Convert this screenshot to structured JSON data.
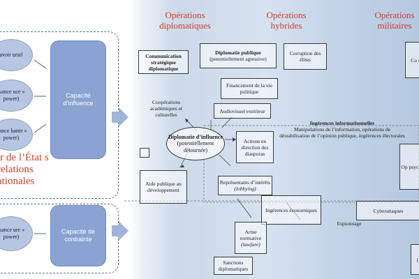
{
  "headers": {
    "diplomatic": "Opérations diplomatiques",
    "hybrid": "Opérations hybrides",
    "military": "Opérations militaires"
  },
  "left": {
    "ovals": [
      "avoir ursif",
      "isance uce » power)",
      "isance hante » power)",
      "isance ure » power)"
    ],
    "red_title": "ir de l’État s relations ationales",
    "influence_capacity": "Capacité d’influence",
    "constraint_capacity": "Capacité de contrainte"
  },
  "nodes": {
    "strategic_comm": "Communication stratégique diplomatique",
    "public_diplo_title": "Diplomatie publique",
    "public_diplo_sub": "(potentiellement agressive)",
    "corruption": "Corruption des élites",
    "political_funding": "Financement de la vie politique",
    "academic_coop": "Coopérations académiques et culturelles",
    "audiovisual": "Audiovisuel extérieur",
    "influence_diplo_title": "Diplomatie d’influence",
    "influence_diplo_sub": "(potentiellement détournée)",
    "diaspora_actions": "Actions en direction des diasporas",
    "info_interference_title": "Ingérences informationnelles",
    "info_interference_body": "Manipulations de l’information, opérations de déstabilisation de l’opinion publique, ingérences électorales",
    "development_aid": "Aide publique au développement",
    "lobbying_label": "Représentants d’intérêts",
    "lobbying_italic": "(lobbying)",
    "economic_interference": "Ingérences économiques",
    "espionage": "Espionnage",
    "cyberattacks": "Cyberattaques",
    "normative_weapon": "Arme normative",
    "lawfare": "(lawfare)",
    "diplomatic_sanctions": "Sanctions diplomatiques",
    "right_top": "Co s",
    "right_psy": "Op psych (",
    "right_bottom": "("
  }
}
